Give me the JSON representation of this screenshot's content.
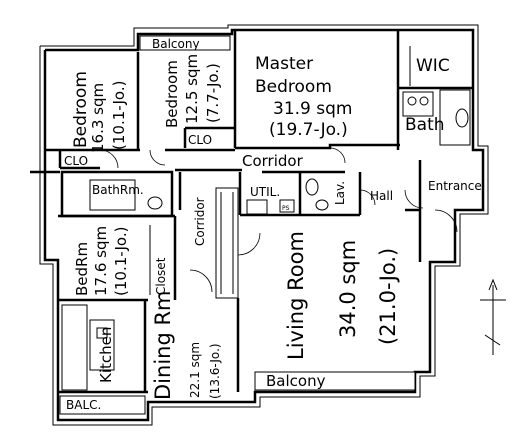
{
  "rooms": {
    "balcony_top": "Balcony",
    "master": {
      "name_1": "Master",
      "name_2": "Bedroom",
      "area": "31.9 sqm",
      "jo": "(19.7-Jo.)"
    },
    "wic": "WIC",
    "bath": "Bath",
    "bedroom1": {
      "name": "Bedroom",
      "area": "16.3 sqm",
      "jo": "(10.1-Jo.)"
    },
    "bedroom2": {
      "name": "Bedroom",
      "area": "12.5 sqm",
      "jo": "(7.7-Jo.)"
    },
    "clo_1": "CLO",
    "clo_2": "CLO",
    "corridor_h": "Corridor",
    "corridor_v": "Corridor",
    "bathrm": "BathRm.",
    "util": "UTIL.",
    "lav": "Lav.",
    "hall": "Hall",
    "entrance": "Entrance",
    "bedrm": {
      "name": "BedRm",
      "area": "17.6 sqm",
      "jo": "(10.1-Jo.)"
    },
    "closet": "Closet",
    "living": {
      "name": "Living Room",
      "area": "34.0 sqm",
      "jo": "(21.0-Jo.)"
    },
    "kitchen": "Kitchen",
    "dining": {
      "name": "Dining Rm",
      "area": "22.1 sqm",
      "jo": "(13.6-Jo.)"
    },
    "balcony_bottom": "Balcony",
    "balc": "BALC.",
    "ps": "PS"
  },
  "north_arrow_icon": "north-arrow-icon"
}
